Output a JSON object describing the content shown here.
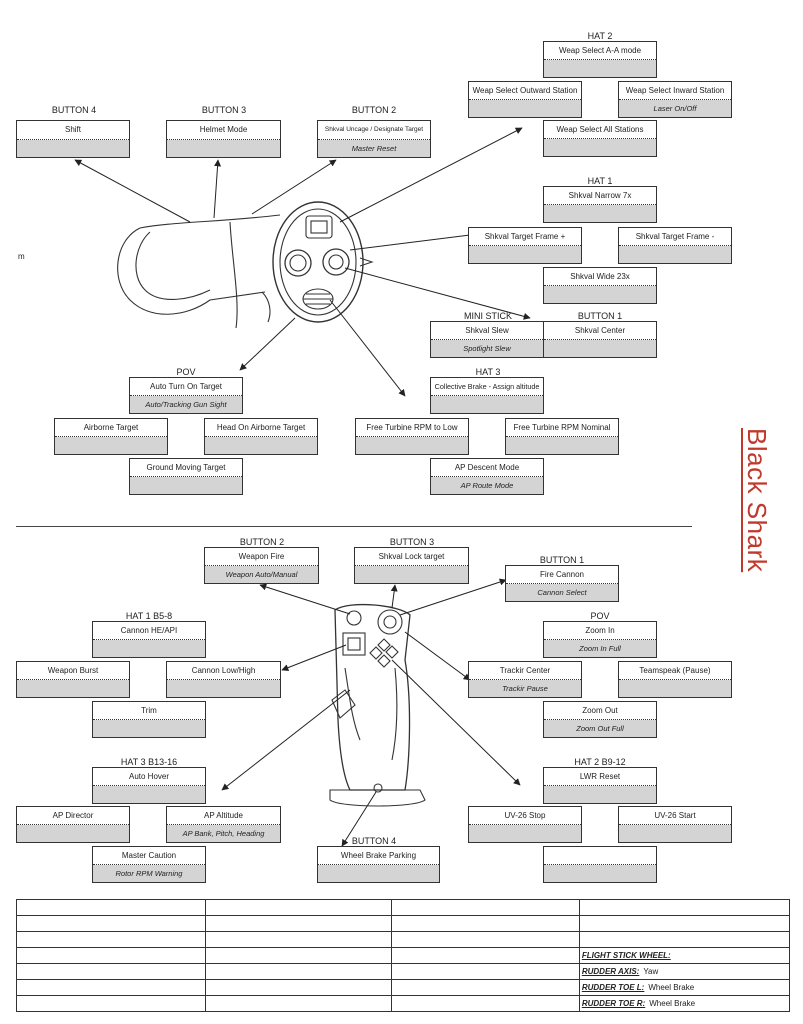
{
  "brand_title": "Black Shark",
  "stray_mark": "m",
  "top_section": {
    "headers": {
      "button4": "BUTTON 4",
      "button3": "BUTTON 3",
      "button2": "BUTTON 2",
      "hat2": "HAT 2",
      "hat1": "HAT 1",
      "mini_stick": "MINI STICK",
      "button1": "BUTTON 1",
      "pov": "POV",
      "hat3": "HAT 3"
    },
    "boxes": {
      "b4_shift": {
        "top": "Shift",
        "bot": ""
      },
      "b3_helmet": {
        "top": "Helmet Mode",
        "bot": ""
      },
      "b2_shkval": {
        "top": "Shkval Uncage / Designate Target",
        "bot": "Master Reset"
      },
      "hat2_up": {
        "top": "Weap Select A-A mode",
        "bot": ""
      },
      "hat2_left": {
        "top": "Weap Select Outward Station",
        "bot": ""
      },
      "hat2_right": {
        "top": "Weap Select Inward Station",
        "bot": "Laser On/Off"
      },
      "hat2_down": {
        "top": "Weap Select All Stations",
        "bot": ""
      },
      "hat1_up": {
        "top": "Shkval Narrow 7x",
        "bot": ""
      },
      "hat1_left": {
        "top": "Shkval Target Frame +",
        "bot": ""
      },
      "hat1_right": {
        "top": "Shkval Target Frame -",
        "bot": ""
      },
      "hat1_down": {
        "top": "Shkval Wide 23x",
        "bot": ""
      },
      "mini_slew": {
        "top": "Shkval Slew",
        "bot": "Spotlight Slew"
      },
      "b1_center": {
        "top": "Shkval Center",
        "bot": ""
      },
      "pov_up": {
        "top": "Auto Turn On Target",
        "bot": "Auto/Tracking Gun Sight"
      },
      "pov_left": {
        "top": "Airborne Target",
        "bot": ""
      },
      "pov_right": {
        "top": "Head On Airborne Target",
        "bot": ""
      },
      "pov_down": {
        "top": "Ground Moving Target",
        "bot": ""
      },
      "hat3_up": {
        "top": "Collective Brake - Assign altitude",
        "bot": ""
      },
      "hat3_left": {
        "top": "Free Turbine RPM to Low",
        "bot": ""
      },
      "hat3_right": {
        "top": "Free Turbine RPM Nominal",
        "bot": ""
      },
      "hat3_down": {
        "top": "AP Descent Mode",
        "bot": "AP Route Mode"
      }
    }
  },
  "bottom_section": {
    "headers": {
      "button2": "BUTTON 2",
      "button3": "BUTTON 3",
      "button1": "BUTTON 1",
      "hat1": "HAT 1 B5-8",
      "pov": "POV",
      "hat3": "HAT 3 B13-16",
      "hat2": "HAT 2 B9-12",
      "button4": "BUTTON 4"
    },
    "boxes": {
      "b2_fire": {
        "top": "Weapon Fire",
        "bot": "Weapon Auto/Manual"
      },
      "b3_lock": {
        "top": "Shkval Lock target",
        "bot": ""
      },
      "b1_cannon": {
        "top": "Fire Cannon",
        "bot": "Cannon Select"
      },
      "hat1_up": {
        "top": "Cannon HE/API",
        "bot": ""
      },
      "hat1_left": {
        "top": "Weapon Burst",
        "bot": ""
      },
      "hat1_right": {
        "top": "Cannon Low/High",
        "bot": ""
      },
      "hat1_down": {
        "top": "Trim",
        "bot": ""
      },
      "pov_up": {
        "top": "Zoom In",
        "bot": "Zoom In Full"
      },
      "pov_left": {
        "top": "Trackir Center",
        "bot": "Trackir Pause"
      },
      "pov_right": {
        "top": "Teamspeak (Pause)",
        "bot": ""
      },
      "pov_down": {
        "top": "Zoom Out",
        "bot": "Zoom Out Full"
      },
      "hat3_up": {
        "top": "Auto Hover",
        "bot": ""
      },
      "hat3_left": {
        "top": "AP Director",
        "bot": ""
      },
      "hat3_right": {
        "top": "AP Altitude",
        "bot": "AP Bank, Pitch, Heading"
      },
      "hat3_down": {
        "top": "Master Caution",
        "bot": "Rotor RPM Warning"
      },
      "hat2_up": {
        "top": "LWR Reset",
        "bot": ""
      },
      "hat2_left": {
        "top": "UV-26 Stop",
        "bot": ""
      },
      "hat2_right": {
        "top": "UV-26 Start",
        "bot": ""
      },
      "hat2_down": {
        "top": "",
        "bot": ""
      },
      "b4_brake": {
        "top": "Wheel Brake Parking",
        "bot": ""
      }
    }
  },
  "key_table": {
    "rows": [
      {
        "label": "",
        "value": ""
      },
      {
        "label": "",
        "value": ""
      },
      {
        "label": "",
        "value": ""
      },
      {
        "label": "FLIGHT STICK WHEEL:",
        "value": ""
      },
      {
        "label": "RUDDER AXIS:",
        "value": "Yaw"
      },
      {
        "label": "RUDDER TOE L:",
        "value": "Wheel Brake"
      },
      {
        "label": "RUDDER TOE R:",
        "value": "Wheel Brake"
      }
    ]
  },
  "colors": {
    "brand": "#c0392b",
    "line": "#333333",
    "shade": "#d4d4d4"
  }
}
